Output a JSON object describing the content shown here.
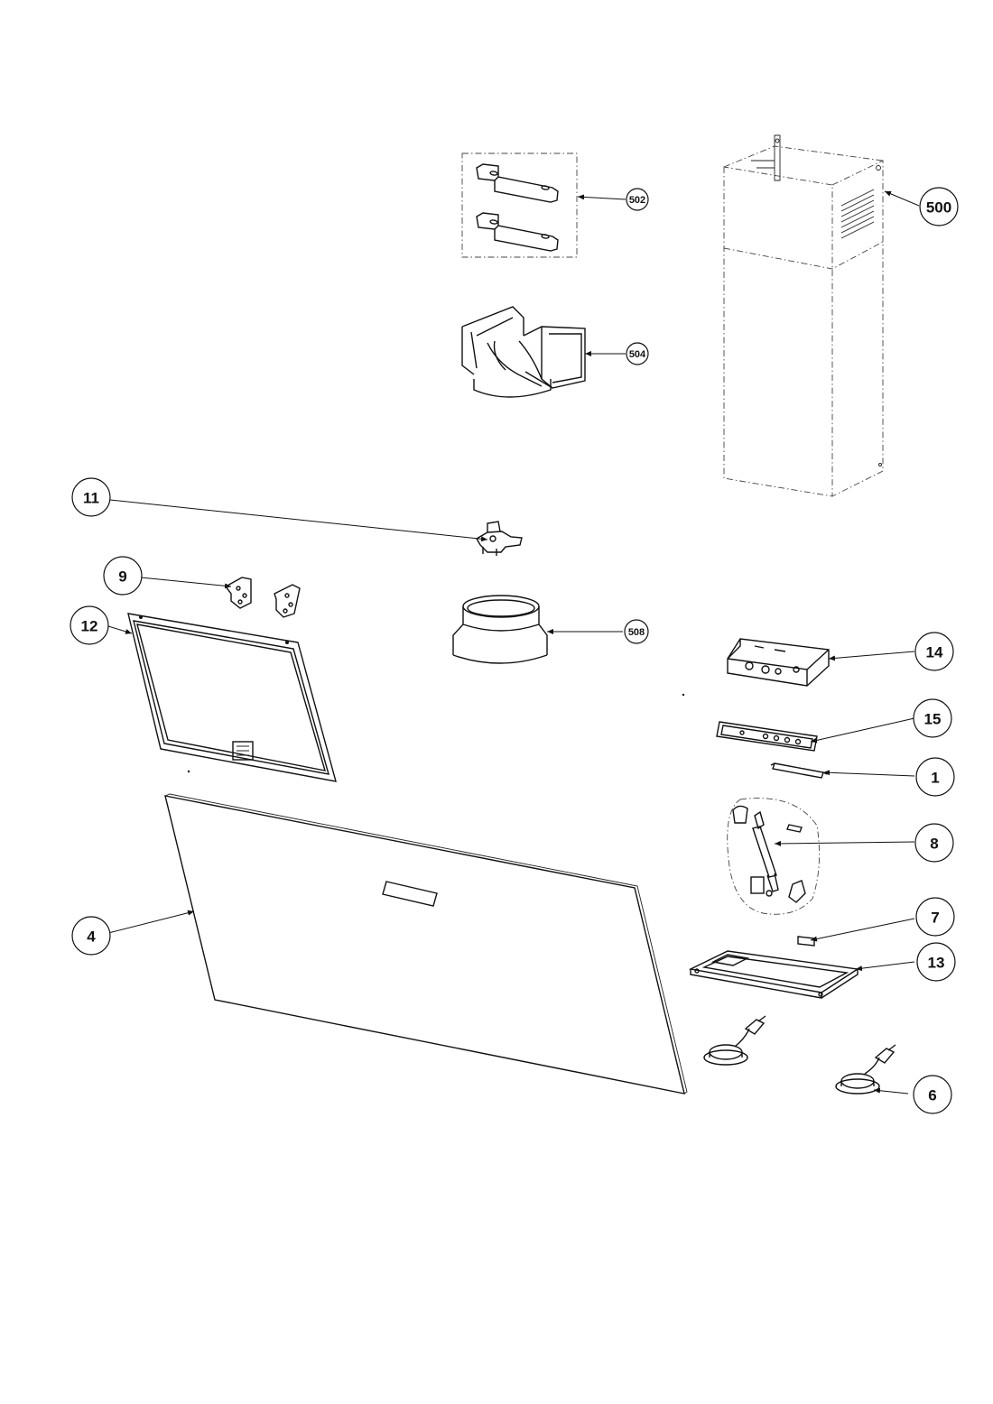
{
  "callouts": {
    "c500": "500",
    "c502": "502",
    "c504": "504",
    "c508": "508",
    "c11": "11",
    "c9": "9",
    "c12": "12",
    "c4": "4",
    "c14": "14",
    "c15": "15",
    "c1": "1",
    "c8": "8",
    "c7": "7",
    "c13": "13",
    "c6": "6"
  }
}
